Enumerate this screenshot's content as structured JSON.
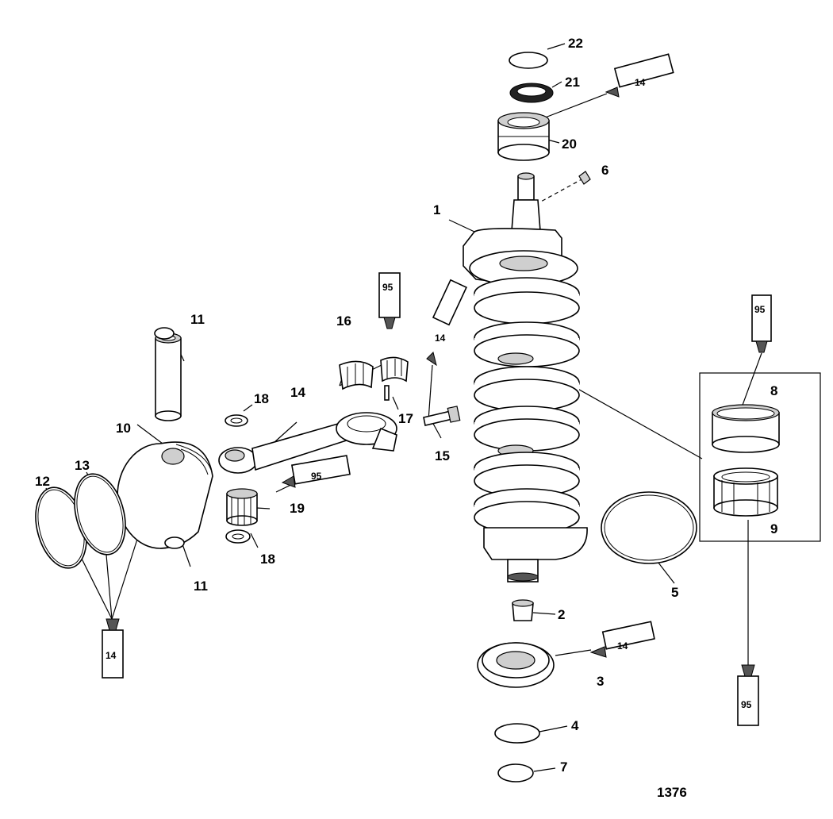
{
  "diagram": {
    "drawing_number": "1376",
    "callouts": [
      {
        "id": "c1",
        "text": "1"
      },
      {
        "id": "c2",
        "text": "2"
      },
      {
        "id": "c3",
        "text": "3"
      },
      {
        "id": "c4",
        "text": "4"
      },
      {
        "id": "c5",
        "text": "5"
      },
      {
        "id": "c6",
        "text": "6"
      },
      {
        "id": "c7",
        "text": "7"
      },
      {
        "id": "c8",
        "text": "8"
      },
      {
        "id": "c9",
        "text": "9"
      },
      {
        "id": "c10",
        "text": "10"
      },
      {
        "id": "c11a",
        "text": "11"
      },
      {
        "id": "c11b",
        "text": "11"
      },
      {
        "id": "c12",
        "text": "12"
      },
      {
        "id": "c13",
        "text": "13"
      },
      {
        "id": "c14",
        "text": "14"
      },
      {
        "id": "c15",
        "text": "15"
      },
      {
        "id": "c16",
        "text": "16"
      },
      {
        "id": "c17",
        "text": "17"
      },
      {
        "id": "c18a",
        "text": "18"
      },
      {
        "id": "c18b",
        "text": "18"
      },
      {
        "id": "c19",
        "text": "19"
      },
      {
        "id": "c20",
        "text": "20"
      },
      {
        "id": "c21",
        "text": "21"
      },
      {
        "id": "c22",
        "text": "22"
      }
    ],
    "lube_tubes": [
      {
        "id": "t_top",
        "text": "14"
      },
      {
        "id": "t_crank",
        "text": "14"
      },
      {
        "id": "t_brg",
        "text": "14"
      },
      {
        "id": "t_left",
        "text": "14"
      },
      {
        "id": "t_16",
        "text": "95"
      },
      {
        "id": "t_19",
        "text": "95"
      },
      {
        "id": "t_8",
        "text": "95"
      },
      {
        "id": "t_9",
        "text": "95"
      }
    ]
  }
}
